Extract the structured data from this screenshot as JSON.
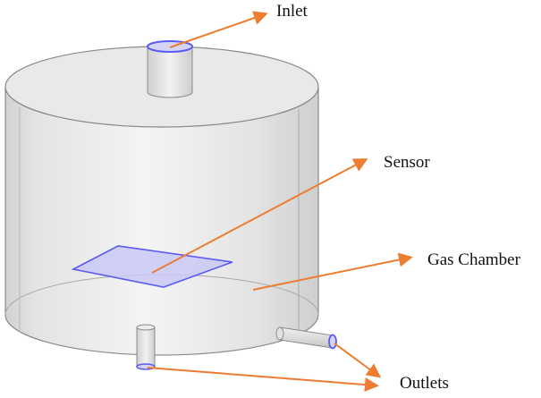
{
  "labels": {
    "inlet": "Inlet",
    "sensor": "Sensor",
    "gas_chamber": "Gas Chamber",
    "outlets": "Outlets"
  },
  "colors": {
    "arrow": "#ED7D31",
    "outline": "#8A8A8A",
    "highlight": "#5B5BF0",
    "sensor_fill": "#C9C9F7",
    "body_fill": "#E6E6E6"
  }
}
